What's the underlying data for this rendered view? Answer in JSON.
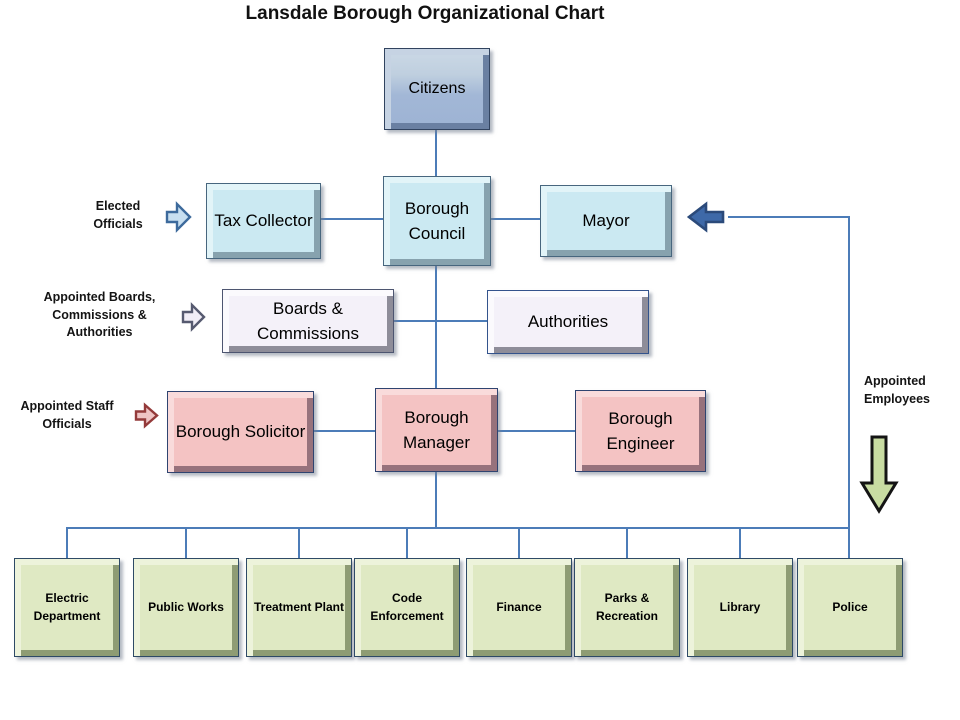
{
  "title": "Lansdale Borough Organizational Chart",
  "nodes": {
    "citizens": {
      "label": "Citizens"
    },
    "tax_collector": {
      "label": "Tax Collector"
    },
    "borough_council": {
      "label": "Borough Council"
    },
    "mayor": {
      "label": "Mayor"
    },
    "boards_commissions": {
      "label": "Boards & Commissions"
    },
    "authorities": {
      "label": "Authorities"
    },
    "borough_solicitor": {
      "label": "Borough Solicitor"
    },
    "borough_manager": {
      "label": "Borough Manager"
    },
    "borough_engineer": {
      "label": "Borough Engineer"
    }
  },
  "departments": [
    "Electric Department",
    "Public Works",
    "Treatment Plant",
    "Code Enforcement",
    "Finance",
    "Parks & Recreation",
    "Library",
    "Police"
  ],
  "annotations": {
    "elected": "Elected Officials",
    "appointed_boards": "Appointed Boards, Commissions & Authorities",
    "appointed_staff": "Appointed Staff Officials",
    "appointed_employees": "Appointed Employees"
  },
  "edges": [
    {
      "from": "citizens",
      "to": "borough_council"
    },
    {
      "from": "borough_council",
      "to": "tax_collector"
    },
    {
      "from": "borough_council",
      "to": "mayor"
    },
    {
      "from": "borough_council",
      "to": "boards_commissions"
    },
    {
      "from": "borough_council",
      "to": "authorities"
    },
    {
      "from": "borough_council",
      "to": "borough_manager"
    },
    {
      "from": "borough_manager",
      "to": "borough_solicitor"
    },
    {
      "from": "borough_manager",
      "to": "borough_engineer"
    },
    {
      "from": "borough_manager",
      "to": "all_departments"
    },
    {
      "from": "mayor_side_link",
      "to": "all_departments"
    }
  ],
  "icons": {
    "elected_arrow": "right-block-arrow",
    "boards_arrow": "right-block-arrow",
    "staff_arrow": "right-block-arrow",
    "mayor_arrow": "left-block-arrow-solid",
    "employees_arrow": "down-block-arrow"
  },
  "colors": {
    "connector": "#4C7CB8",
    "citizens_fill": "#A2B7D6",
    "elected_row_fill": "#CBE9F2",
    "boards_row_fill": "#F4F1F9",
    "staff_row_fill": "#F4C3C3",
    "department_fill": "#DFE9C3",
    "elected_arrow_fill": "#C8DFF0",
    "boards_arrow_fill": "#F0EDF6",
    "staff_arrow_fill": "#EFC4C4",
    "mayor_arrow_fill": "#3E69A8",
    "employees_arrow_fill": "#C8DCA2"
  }
}
